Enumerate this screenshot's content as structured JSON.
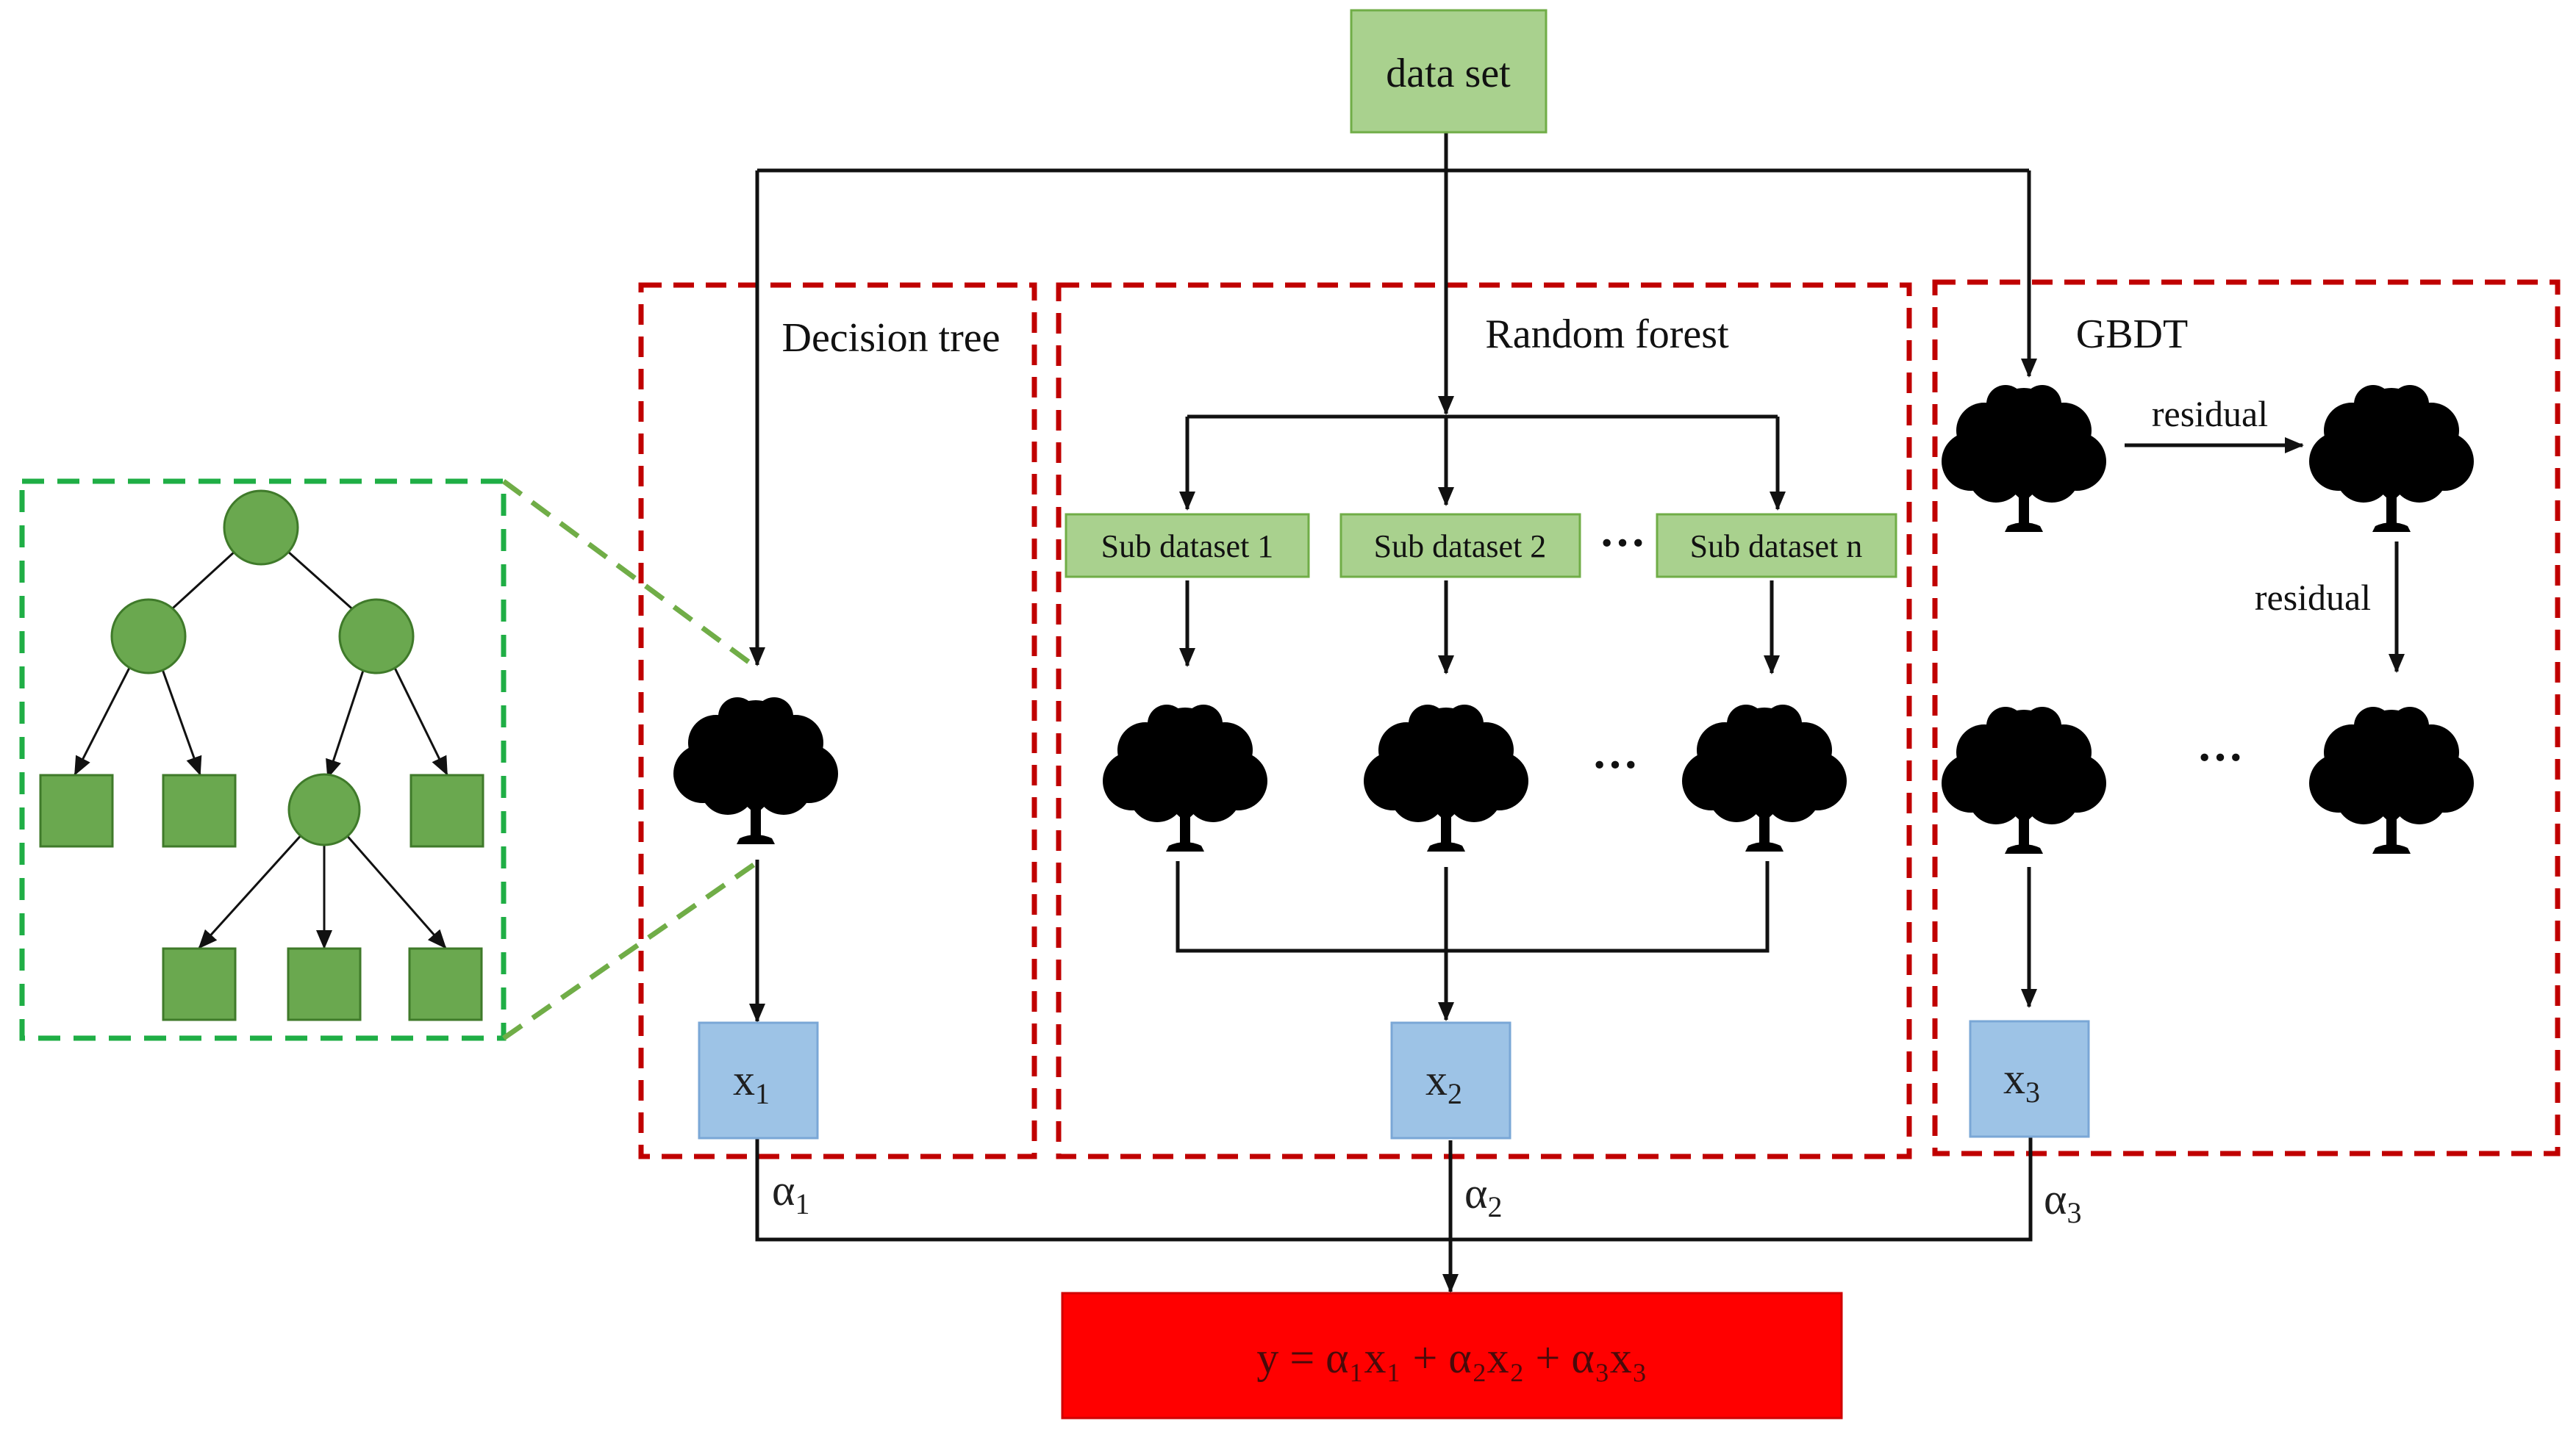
{
  "nodes": {
    "dataset": "data set",
    "decision_tree": "Decision tree",
    "random_forest": "Random forest",
    "gbdt": "GBDT",
    "sub1": "Sub dataset 1",
    "sub2": "Sub dataset 2",
    "subn": "Sub dataset n",
    "x1": "x",
    "x1_sub": "1",
    "x2": "x",
    "x2_sub": "2",
    "x3": "x",
    "x3_sub": "3",
    "output": "y = α₁x₁ + α₂x₂ + α₃x₃"
  },
  "edges": {
    "residual_1": "residual",
    "residual_2": "residual",
    "alpha1": "α",
    "alpha1_sub": "1",
    "alpha2": "α",
    "alpha2_sub": "2",
    "alpha3": "α",
    "alpha3_sub": "3"
  },
  "ellipsis": {
    "sub": "···",
    "rf_trees": "···",
    "gbdt_trees": "···"
  },
  "colors": {
    "green_box_fill": "#a9d18e",
    "green_box_stroke": "#70ad47",
    "blue_box_fill": "#9dc3e6",
    "blue_box_stroke": "#7aa7d6",
    "red_dashed": "#c00000",
    "green_dashed": "#1fae45",
    "zoom_line": "#70ad47",
    "tree_node": "#6aa84f",
    "output_fill": "#ff0000"
  },
  "icons": [
    "tree-icon",
    "binary-tree-diagram"
  ]
}
